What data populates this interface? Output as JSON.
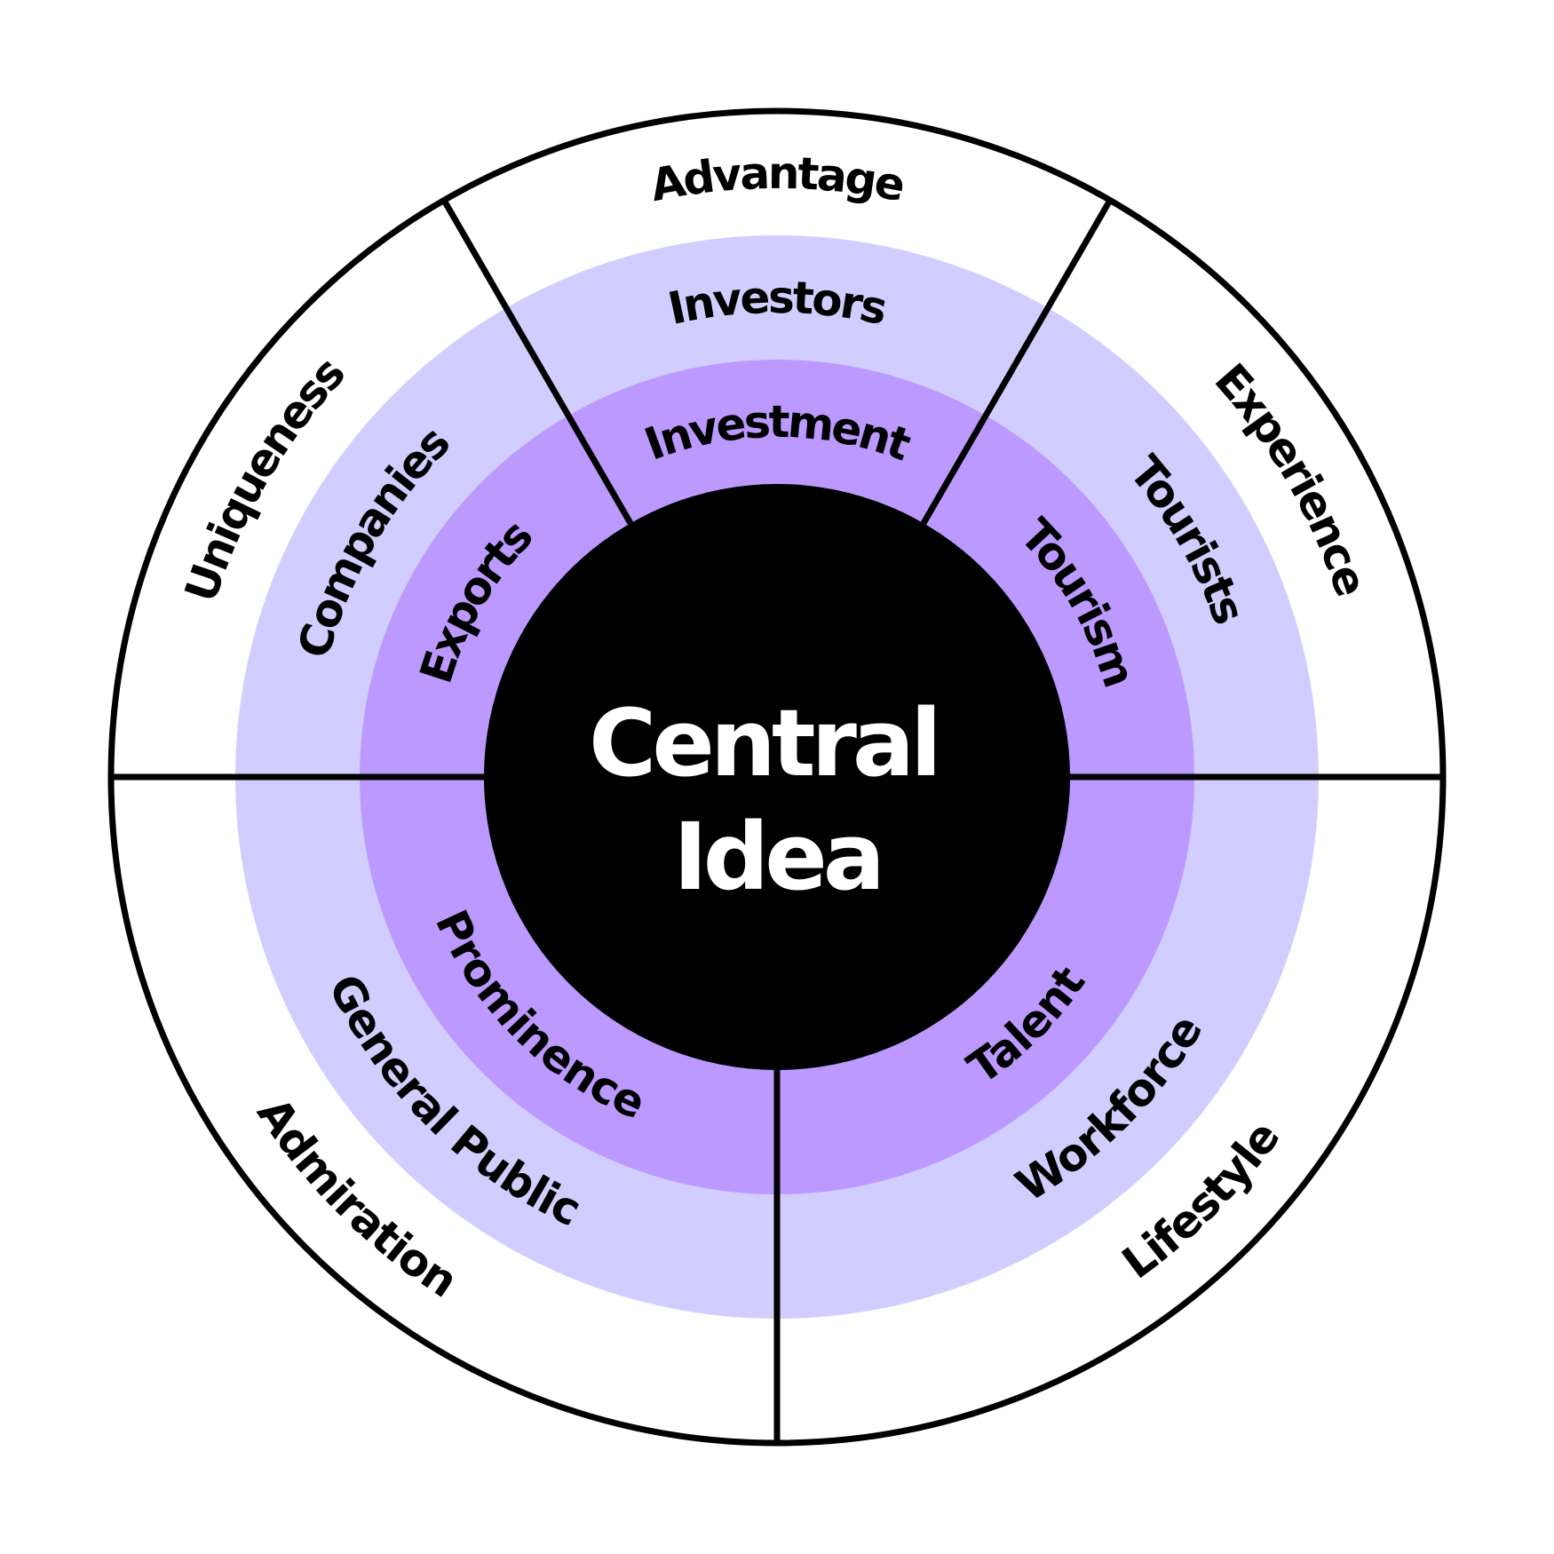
{
  "diagram": {
    "type": "concentric-sector-wheel",
    "colors": {
      "outer_ring": "#ffffff",
      "middle_ring": "#d1ceff",
      "inner_ring": "#bb99ff",
      "core": "#000000",
      "core_text": "#ffffff",
      "text": "#000000",
      "stroke": "#000000"
    },
    "center": {
      "lines": [
        "Central",
        "Idea"
      ]
    },
    "sectors": [
      {
        "id": "top",
        "outer": "Advantage",
        "middle": "Investors",
        "inner": "Investment"
      },
      {
        "id": "top-right",
        "outer": "Experience",
        "middle": "Tourists",
        "inner": "Tourism"
      },
      {
        "id": "bottom-right",
        "outer": "Lifestyle",
        "middle": "Workforce",
        "inner": "Talent"
      },
      {
        "id": "bottom-left",
        "outer": "Admiration",
        "middle": "General Public",
        "inner": "Prominence"
      },
      {
        "id": "top-left",
        "outer": "Uniqueness",
        "middle": "Companies",
        "inner": "Exports"
      }
    ]
  }
}
